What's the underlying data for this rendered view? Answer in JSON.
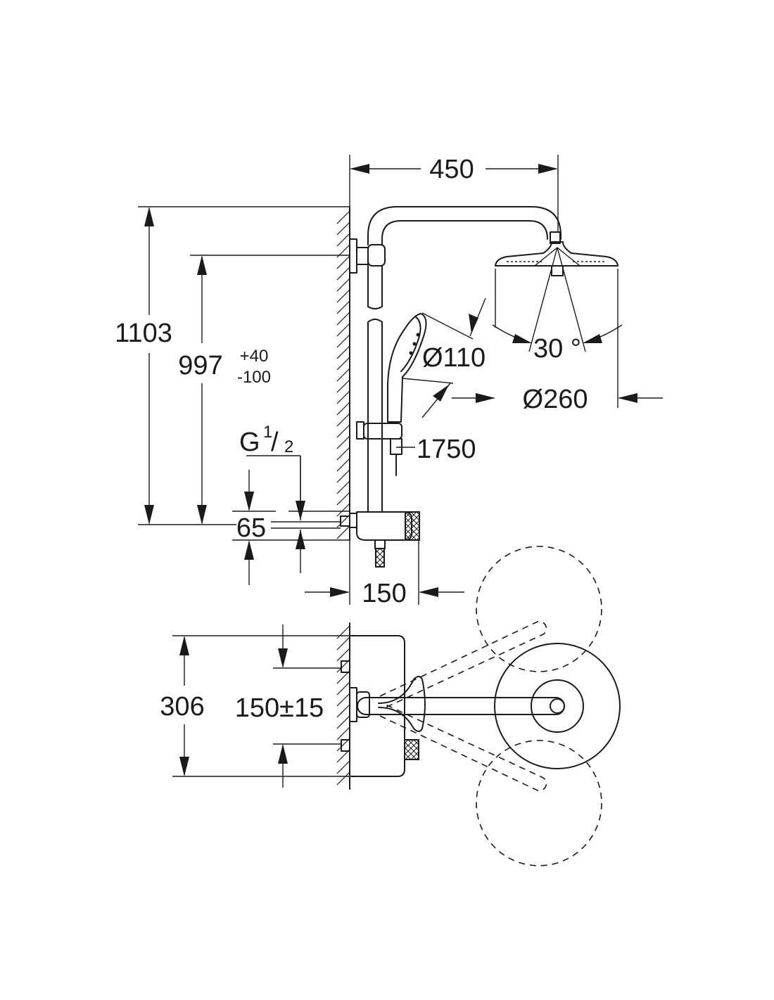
{
  "dimensions": {
    "width_top": "450",
    "height_total": "1103",
    "height_outlet": "997",
    "tol_plus": "+40",
    "tol_minus": "-100",
    "hand_shower_diameter": "Ø110",
    "head_angle": "30 °",
    "head_diameter": "Ø260",
    "hose_length": "1750",
    "thread_letter": "G",
    "thread_num": "1",
    "thread_slash": "/",
    "thread_den": "2",
    "inlet_height": "65",
    "projection": "150",
    "plan_depth": "306",
    "centres": "150±15"
  },
  "colors": {
    "line": "#1a1a1a",
    "background": "#ffffff"
  }
}
